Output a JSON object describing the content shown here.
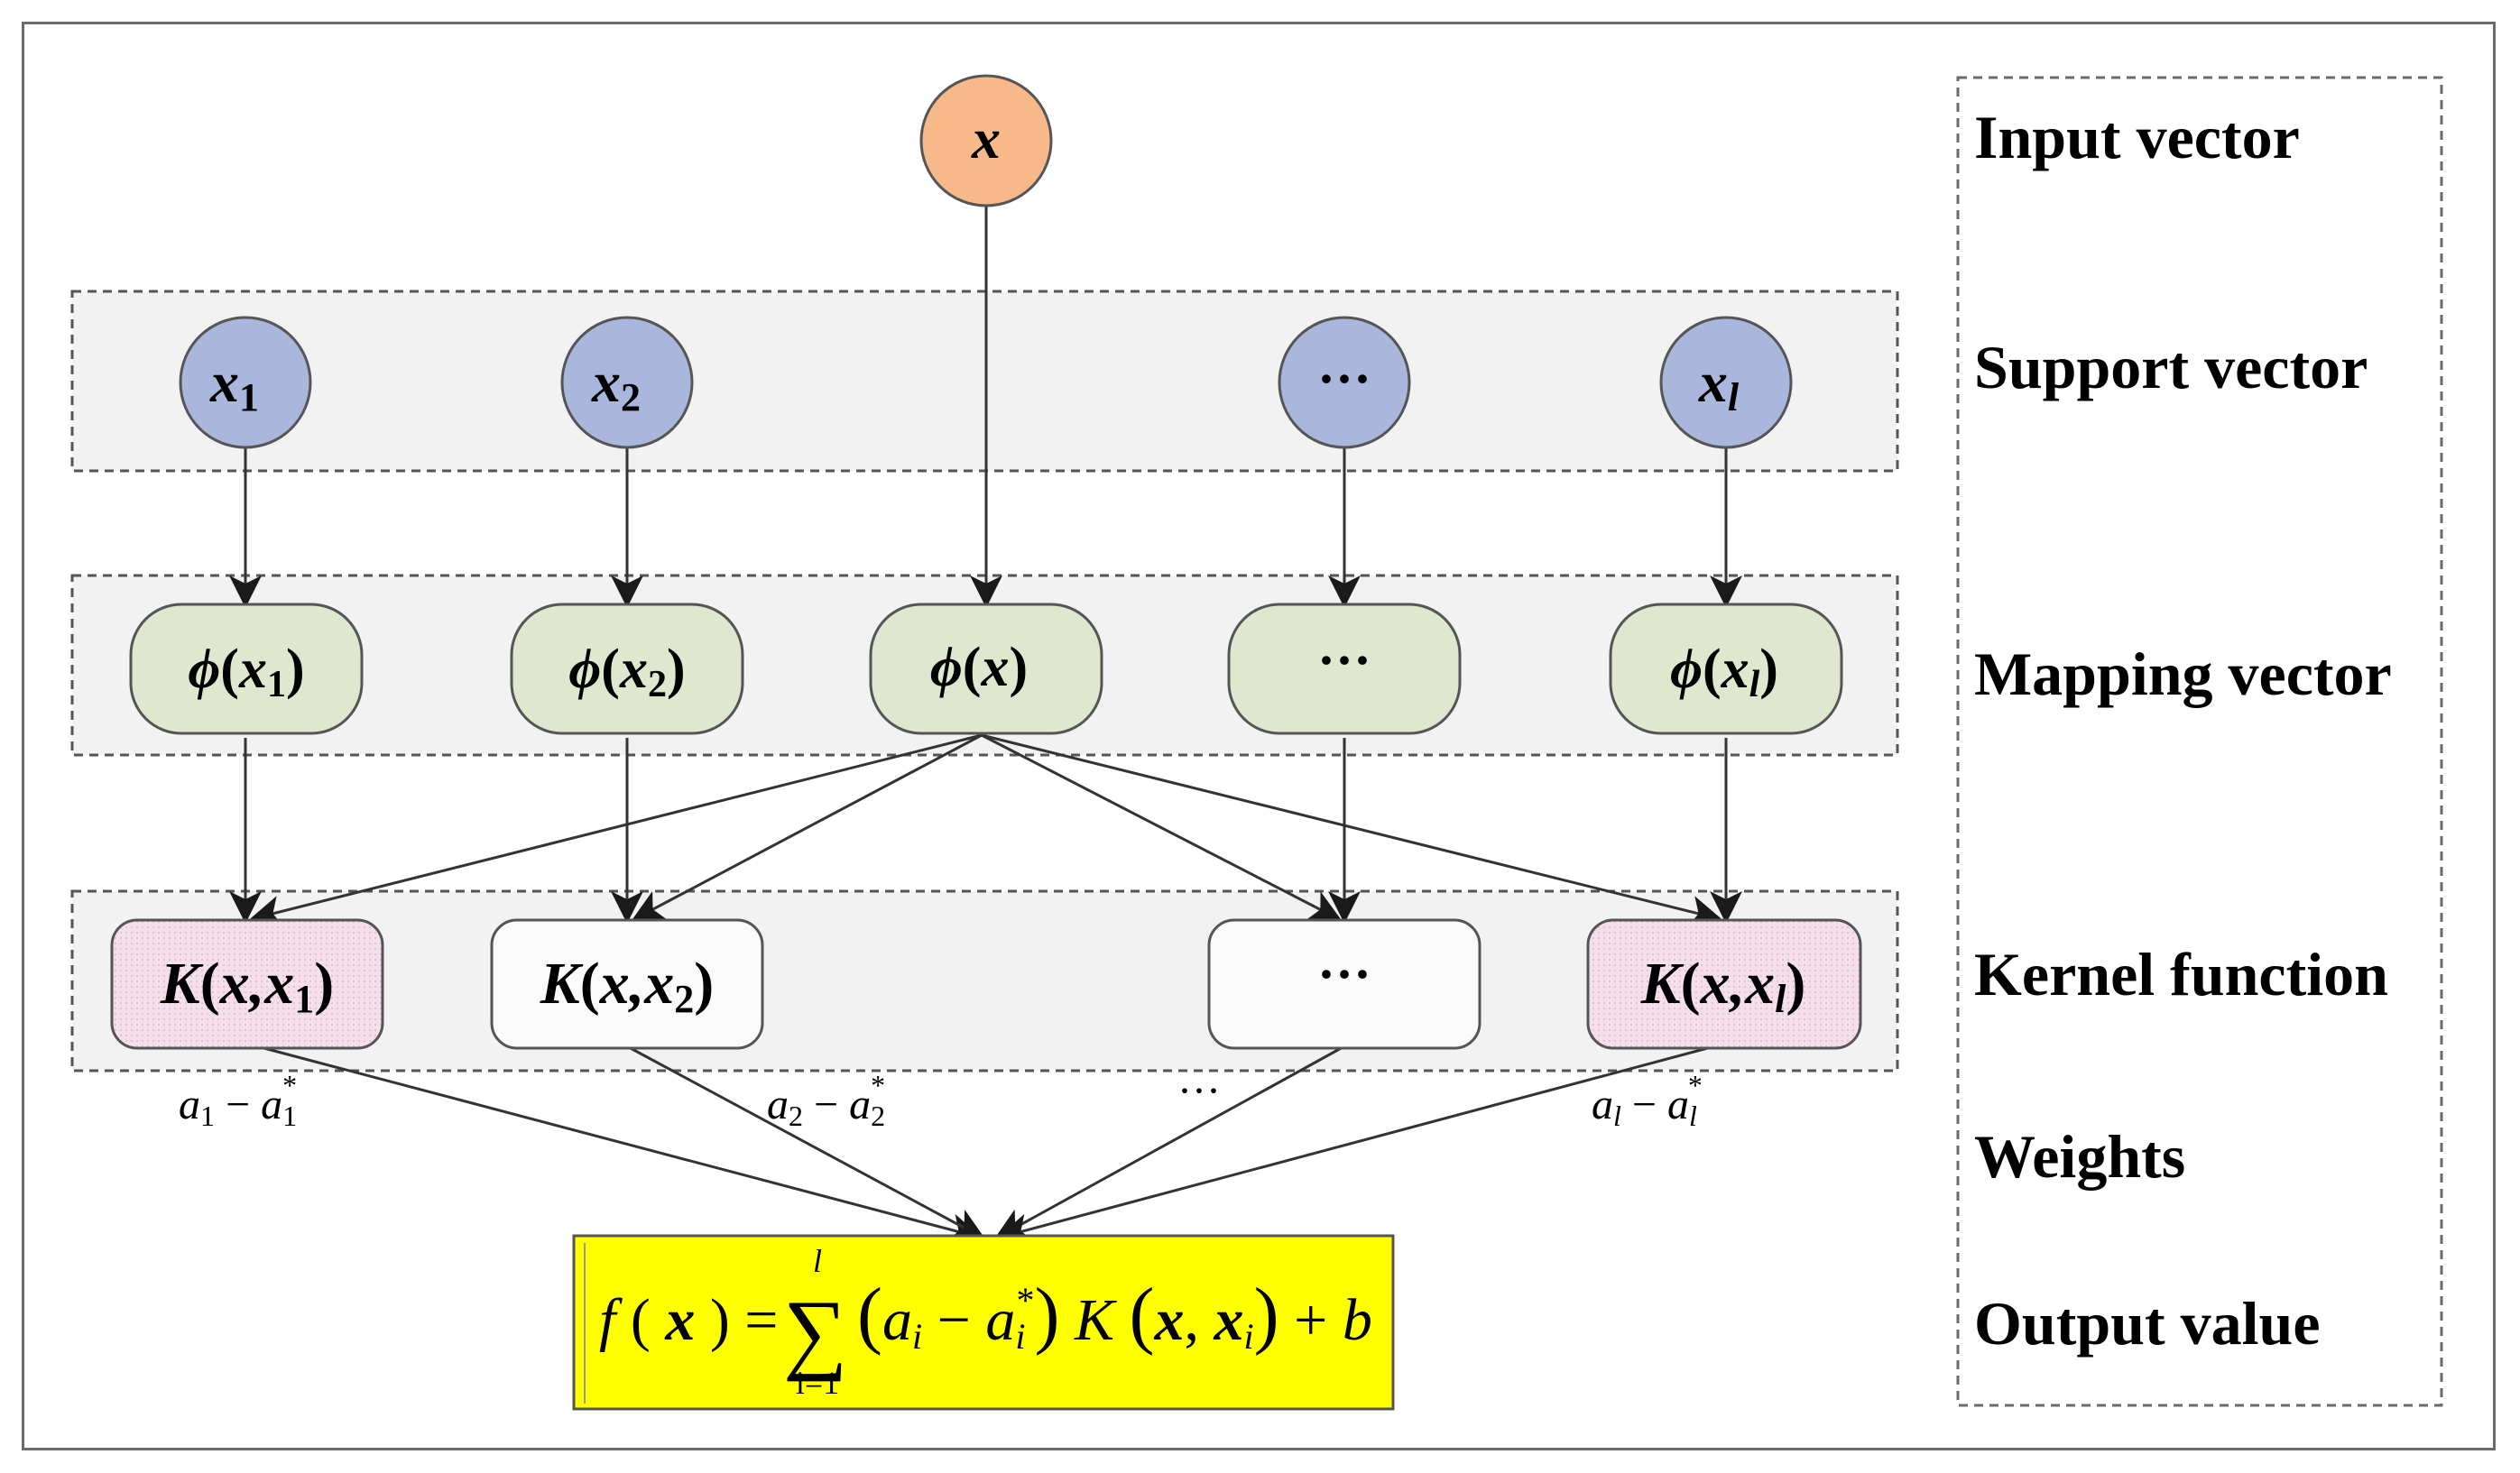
{
  "labels": {
    "input": "Input vector",
    "support": "Support vector",
    "mapping": "Mapping vector",
    "kernel": "Kernel function",
    "weights": "Weights",
    "output": "Output value"
  },
  "nodes": {
    "input": "x",
    "support": [
      {
        "base": "x",
        "sub": "1"
      },
      {
        "base": "x",
        "sub": "2"
      },
      {
        "base": "···",
        "sub": ""
      },
      {
        "base": "x",
        "sub": "l"
      }
    ],
    "mapping": [
      {
        "func": "ϕ",
        "arg": "x",
        "sub": "1"
      },
      {
        "func": "ϕ",
        "arg": "x",
        "sub": "2"
      },
      {
        "func": "ϕ",
        "arg": "x",
        "sub": ""
      },
      {
        "func": "",
        "arg": "···",
        "sub": ""
      },
      {
        "func": "ϕ",
        "arg": "x",
        "sub": "l"
      }
    ],
    "kernel": [
      {
        "func": "K",
        "arg": "x,x",
        "sub": "1"
      },
      {
        "func": "K",
        "arg": "x,x",
        "sub": "2"
      },
      {
        "func": "",
        "arg": "···",
        "sub": ""
      },
      {
        "func": "K",
        "arg": "x,x",
        "sub": "l"
      }
    ]
  },
  "weights": [
    {
      "a": "a",
      "sub": "1",
      "star": "*"
    },
    {
      "a": "a",
      "sub": "2",
      "star": "*"
    },
    {
      "ellipsis": "···"
    },
    {
      "a": "a",
      "sub": "l",
      "star": "*"
    }
  ],
  "output_formula": {
    "lhs": "f(x) =",
    "sum_upper": "l",
    "sum_lower": "i=1",
    "body": "(aᵢ − aᵢ*) K(x, xᵢ) + b"
  },
  "colors": {
    "input_fill": "#f8b98a",
    "support_fill": "#a9b7dc",
    "mapping_fill": "#dfe8cf",
    "kernel_pink": "#f3dce9",
    "kernel_white": "#fafafa",
    "band_fill": "#f2f2f2",
    "output_fill": "#ffff00"
  }
}
